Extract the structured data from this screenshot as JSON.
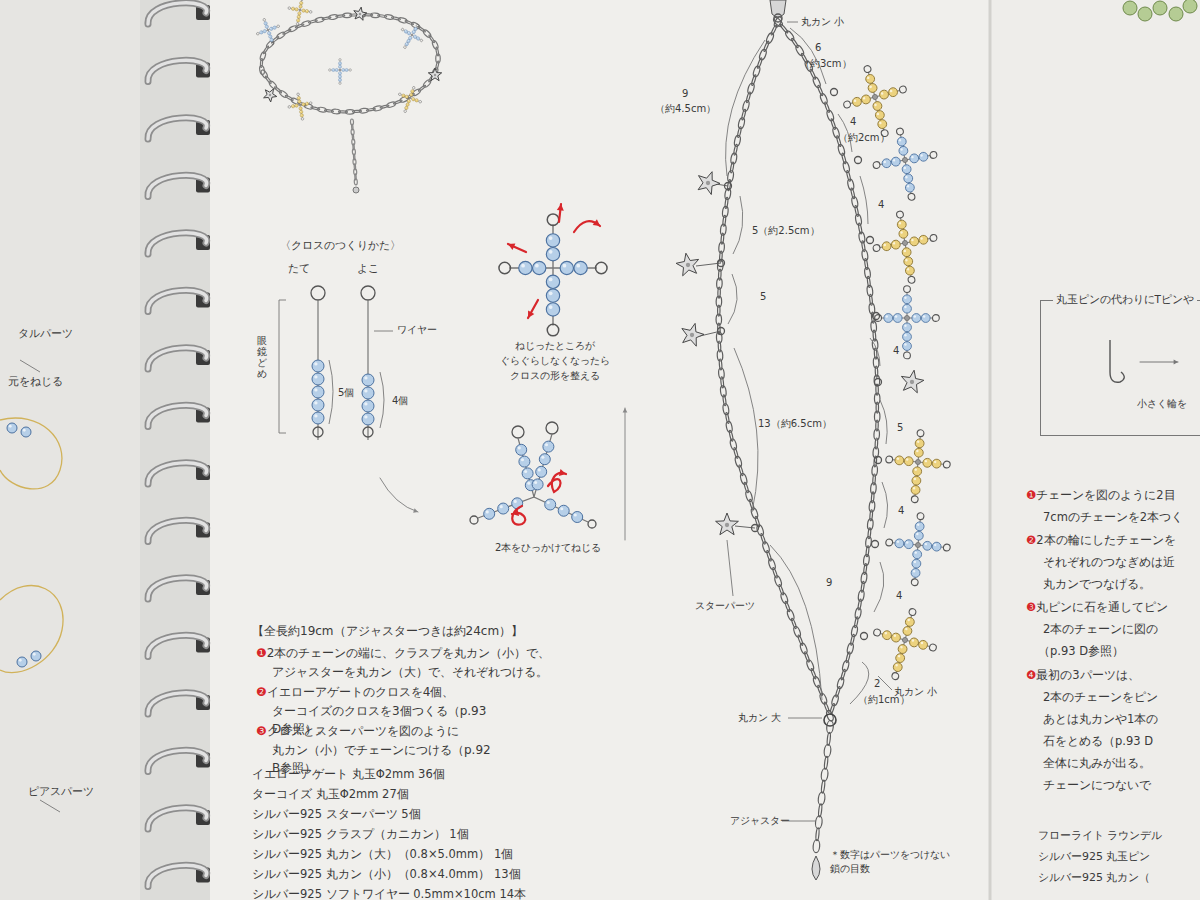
{
  "diagram": {
    "nodes": [
      {
        "text": [
          "丸玉ピンの代わりにTピンや",
          "小さく輪を"
        ]
      }
    ],
    "labels": [
      "タルパーツ",
      "元をねじる",
      "ピアスパーツ",
      "〈クロスのつくりかた〉",
      "たて",
      "よこ",
      "ワイヤー",
      "眼鏡どめ",
      "5個",
      "4個",
      "ねじったところが ぐらぐらしなくなったら クロスの形を整える",
      "2本をひっかけてねじる",
      "【全長約19cm（アジャスターつきは約24cm）】",
      "❶2本のチェーンの端に、クラスプを丸カン（小）で、 アジャスターを丸カン（大）で、それぞれつける。",
      "❷イエローアゲートのクロスを4個、 ターコイズのクロスを3個つくる（p.93 D参照）。",
      "❸クロスとスターパーツを図のように 丸カン（小）でチェーンにつける（p.92 B参照）。",
      "イエローアゲート 丸玉Φ2mm 36個",
      "ターコイズ 丸玉Φ2mm 27個",
      "シルバー925 スターパーツ 5個",
      "シルバー925 クラスプ（カニカン） 1個",
      "シルバー925 丸カン（大）（0.8×5.0mm） 1個",
      "シルバー925 丸カン（小）（0.8×4.0mm） 13個",
      "シルバー925 ソフトワイヤー 0.5mm×10cm 14本",
      "6",
      "（約3cm）",
      "9",
      "（約4.5cm）",
      "4",
      "（約2cm）",
      "4",
      "5（約2.5cm）",
      "5",
      "4",
      "13（約6.5cm）",
      "5",
      "4",
      "9",
      "4",
      "2",
      "（約1cm）",
      "丸カン 小",
      "丸カン 小",
      "スターパーツ",
      "丸カン 大",
      "アジャスター",
      "＊数字はパーツをつけない 鎖の目数",
      "❶チェーンを図のように2目",
      "7cmのチェーンを2本つく",
      "❷2本の輪にしたチェーンを",
      "それぞれのつなぎめは近",
      "丸カンでつなげる。",
      "❸丸ピンに石を通してピン",
      "2本のチェーンに図の",
      "（p.93 D参照）",
      "❹最初の3パーツは、",
      "2本のチェーンをピン",
      "あとは丸カンや1本の",
      "石をとめる（p.93 D",
      "全体に丸みが出る。",
      "チェーンにつないで",
      "フローライト ラウンデル",
      "シルバー925 丸玉ピン",
      "シルバー925 丸カン（"
    ]
  }
}
